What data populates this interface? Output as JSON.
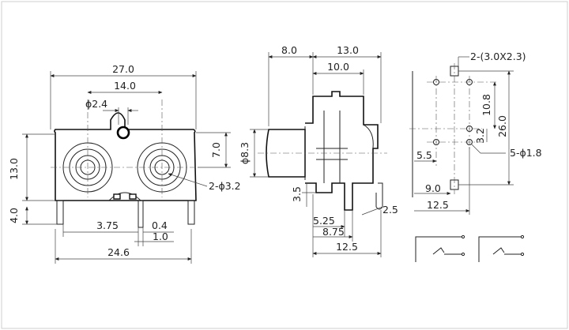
{
  "front_view": {
    "overall_width": "27.0",
    "center_spacing": "14.0",
    "ground_tab_dia": "ϕ2.4",
    "body_height": "13.0",
    "jack_center_height": "7.0",
    "jack_dia": "2-ϕ3.2",
    "pin_height": "4.0",
    "pin_pitch": "3.75",
    "pin_width": "0.4",
    "pin_gap": "1.0",
    "base_width": "24.6"
  },
  "side_view": {
    "front_depth": "8.0",
    "total_depth": "13.0",
    "rear_depth": "10.0",
    "sleeve_dia": "ϕ8.3",
    "pin_offset": "3.5",
    "pin_1": "5.25",
    "pin_2": "8.75",
    "tail": "2.5",
    "base_depth": "12.5"
  },
  "pcb_view": {
    "slot_holes": "2-(3.0X2.3)",
    "hole_spacing_a": "10.8",
    "hole_spacing_b": "26.0",
    "hole_small": "3.2",
    "offset_a": "5.5",
    "round_holes": "5-ϕ1.8",
    "offset_b": "9.0",
    "offset_c": "12.5"
  }
}
